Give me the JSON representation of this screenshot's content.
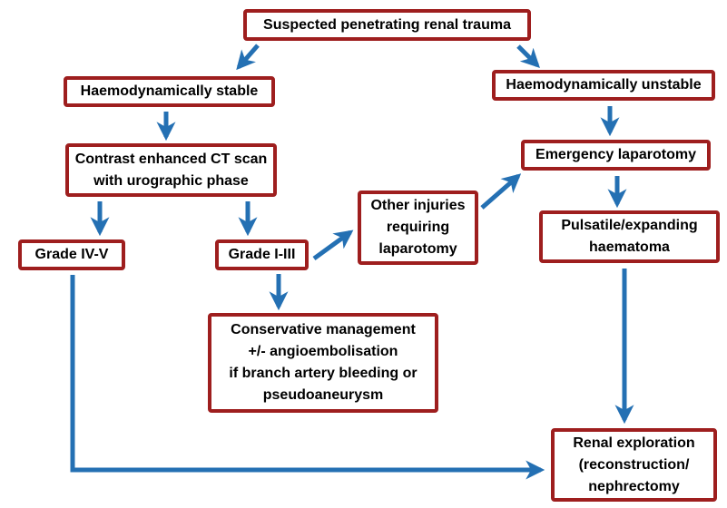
{
  "colors": {
    "box_border": "#9E1E1E",
    "arrow": "#2470B3",
    "text": "#000000",
    "background": "#FFFFFF"
  },
  "nodes": {
    "suspected": {
      "label": "Suspected penetrating renal trauma"
    },
    "stable": {
      "label": "Haemodynamically stable"
    },
    "unstable": {
      "label": "Haemodynamically unstable"
    },
    "ct_scan": {
      "label": "Contrast enhanced CT scan\nwith urographic phase"
    },
    "emergency_laparotomy": {
      "label": "Emergency laparotomy"
    },
    "other_injuries": {
      "label": "Other injuries\nrequiring\nlaparotomy"
    },
    "grade_iv_v": {
      "label": "Grade IV-V"
    },
    "grade_i_iii": {
      "label": "Grade I-III"
    },
    "pulsatile": {
      "label": "Pulsatile/expanding\nhaematoma"
    },
    "conservative": {
      "label": "Conservative management\n+/- angioembolisation\nif branch artery bleeding or\npseudoaneurysm"
    },
    "renal_exploration": {
      "label": "Renal exploration\n(reconstruction/\nnephrectomy"
    }
  },
  "edges": [
    {
      "from": "suspected",
      "to": "stable"
    },
    {
      "from": "suspected",
      "to": "unstable"
    },
    {
      "from": "stable",
      "to": "ct_scan"
    },
    {
      "from": "ct_scan",
      "to": "grade_iv_v"
    },
    {
      "from": "ct_scan",
      "to": "grade_i_iii"
    },
    {
      "from": "grade_i_iii",
      "to": "other_injuries"
    },
    {
      "from": "grade_i_iii",
      "to": "conservative"
    },
    {
      "from": "other_injuries",
      "to": "emergency_laparotomy"
    },
    {
      "from": "unstable",
      "to": "emergency_laparotomy"
    },
    {
      "from": "emergency_laparotomy",
      "to": "pulsatile"
    },
    {
      "from": "pulsatile",
      "to": "renal_exploration"
    },
    {
      "from": "grade_iv_v",
      "to": "renal_exploration"
    }
  ]
}
